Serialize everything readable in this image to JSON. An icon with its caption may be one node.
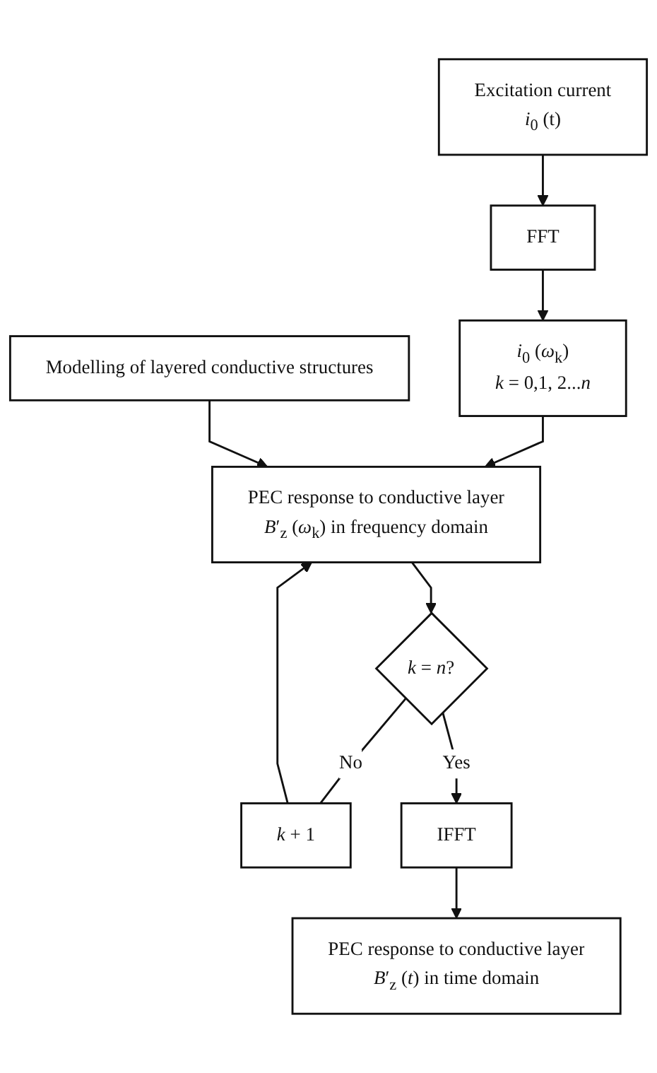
{
  "diagram": {
    "nodes": [
      {
        "text": [
          "Excitation current",
          "*i*$_{0}$ (t)"
        ]
      },
      {
        "text": [
          "FFT"
        ]
      },
      {
        "text": [
          "*i*$_{0}$ (*ω*$_{k}$)",
          "*k* = 0,1, 2...*n*"
        ]
      },
      {
        "text": [
          "Modelling of layered conductive structures"
        ]
      },
      {
        "text": [
          "PEC response to conductive layer",
          "*B*′$_{z}$ (*ω*$_{k}$) in frequency domain"
        ]
      },
      {
        "text": [
          "*k* = *n*?"
        ]
      },
      {
        "text": [
          "*k* + 1"
        ]
      },
      {
        "text": [
          "IFFT"
        ]
      },
      {
        "text": [
          "PEC response to conductive layer",
          "*B*′$_{z}$ (*t*) in time domain"
        ]
      }
    ],
    "edges": [
      {
        "from": 0,
        "to": 1,
        "arrow": "to"
      },
      {
        "from": 1,
        "to": 2,
        "arrow": "to"
      },
      {
        "from": 2,
        "to": 4,
        "arrow": "to"
      },
      {
        "from": 3,
        "to": 4,
        "arrow": "to"
      },
      {
        "from": 4,
        "to": 5,
        "arrow": "to"
      },
      {
        "from": 5,
        "to": 6,
        "arrow": "none",
        "label": "No"
      },
      {
        "from": 6,
        "to": 4,
        "arrow": "to"
      },
      {
        "from": 5,
        "to": 7,
        "arrow": "to",
        "label": "Yes"
      },
      {
        "from": 7,
        "to": 8,
        "arrow": "to"
      }
    ]
  }
}
